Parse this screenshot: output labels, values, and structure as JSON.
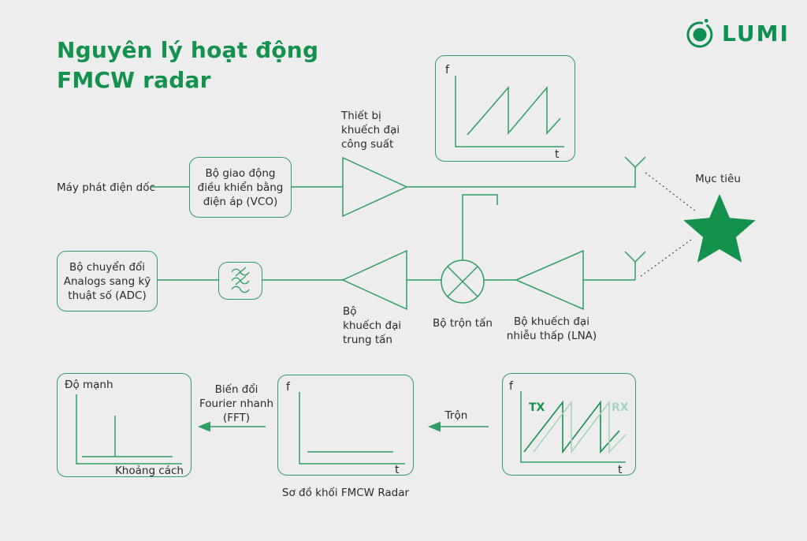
{
  "colors": {
    "background": "#EDEDED",
    "brand_green": "#15914E",
    "line_green": "#2E9E63",
    "light_green": "#A6D3BD",
    "text": "#2B2B2B"
  },
  "header": {
    "title": "Nguyên lý hoạt động\nFMCW radar",
    "logo_text": "LUMI"
  },
  "diagram": {
    "ramp_source": "Máy phát điện dốc",
    "vco": "Bộ giao động\nđiều khiển bằng\nđiện áp (VCO)",
    "power_amp": "Thiết bị\nkhuếch đại\ncông suất",
    "target": "Mục tiêu",
    "adc": "Bộ chuyển đổi\nAnalogs sang kỹ\nthuật số (ADC)",
    "if_amp": "Bộ\nkhuếch đại\ntrung tấn",
    "mixer": "Bộ trộn tấn",
    "lna": "Bộ khuếch đại\nnhiễu thấp (LNA)"
  },
  "charts": {
    "sweep": {
      "y_label": "f",
      "x_label": "t"
    },
    "spectrum": {
      "y_label": "Độ mạnh",
      "x_label": "Khoảng cách"
    },
    "beat": {
      "y_label": "f",
      "x_label": "t"
    },
    "mix": {
      "y_label": "f",
      "x_label": "t",
      "tx": "TX",
      "rx": "RX"
    }
  },
  "flow": {
    "fft": "Biến đổi\nFourier nhanh\n(FFT)",
    "mix": "Trộn",
    "caption": "Sơ đồ khối FMCW Radar"
  }
}
